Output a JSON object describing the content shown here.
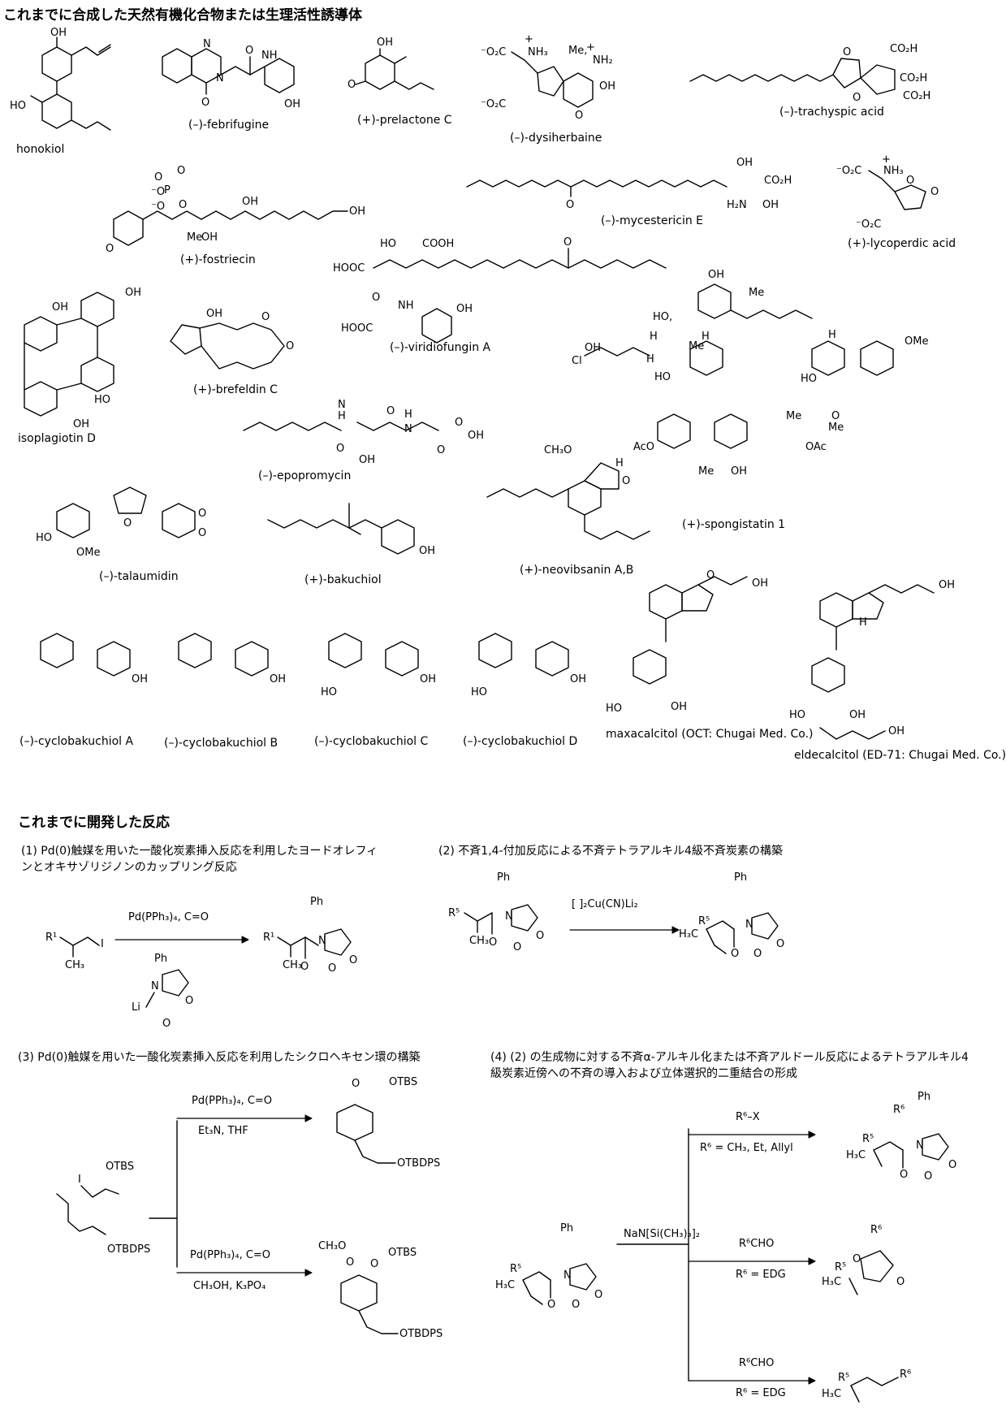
{
  "heading_natural": "これまでに合成した天然有機化合物または生理活性誘導体",
  "heading_reactions": "これまでに開発した反応",
  "compounds": [
    "honokiol",
    "(–)-febrifugine",
    "(+)-prelactone C",
    "(–)-dysiherbaine",
    "(–)-trachyspic acid",
    "(+)-fostriecin",
    "(–)-mycestericin E",
    "(+)-lycoperdic acid",
    "isoplagiotin D",
    "(+)-brefeldin C",
    "(–)-viridiofungin A",
    "(–)-epopromycin",
    "(+)-spongistatin 1",
    "(+)-neovibsanin A,B",
    "(–)-talaumidin",
    "(+)-bakuchiol",
    "(–)-cyclobakuchiol A",
    "(–)-cyclobakuchiol B",
    "(–)-cyclobakuchiol C",
    "(–)-cyclobakuchiol D",
    "maxacalcitol (OCT: Chugai Med. Co.)",
    "eldecalcitol (ED-71: Chugai Med. Co.)"
  ],
  "reactions": [
    {
      "title": "(1) Pd(0)触媒を用いた一酸化炭素挿入反応を利用したヨードオレフィンとオキサゾリジノンのカップリング反応",
      "conditions": [
        "Pd(PPh₃)₄, C=O"
      ]
    },
    {
      "title": "(2) 不斉1,4-付加反応による不斉テトラアルキル4級不斉炭素の構築",
      "conditions": [
        "[ ]₂Cu(CN)Li₂"
      ]
    },
    {
      "title": "(3) Pd(0)触媒を用いた一酸化炭素挿入反応を利用したシクロヘキセン環の構築",
      "conditions": [
        "Pd(PPh₃)₄, C=O",
        "Et₃N, THF",
        "Pd(PPh₃)₄, C=O",
        "CH₃OH, K₃PO₄"
      ]
    },
    {
      "title": "(4) (2) の生成物に対する不斉α-アルキル化または不斉アルドール反応によるテトラアルキル4級炭素近傍への不斉の導入および立体選択的二重結合の形成",
      "conditions": [
        "NaN[Si(CH₃)₃]₂",
        "R⁶–X",
        "R⁶ = CH₃, Et, Allyl",
        "R⁶CHO",
        "R⁶ = EDG",
        "R⁶CHO",
        "R⁶ = EDG"
      ]
    }
  ]
}
